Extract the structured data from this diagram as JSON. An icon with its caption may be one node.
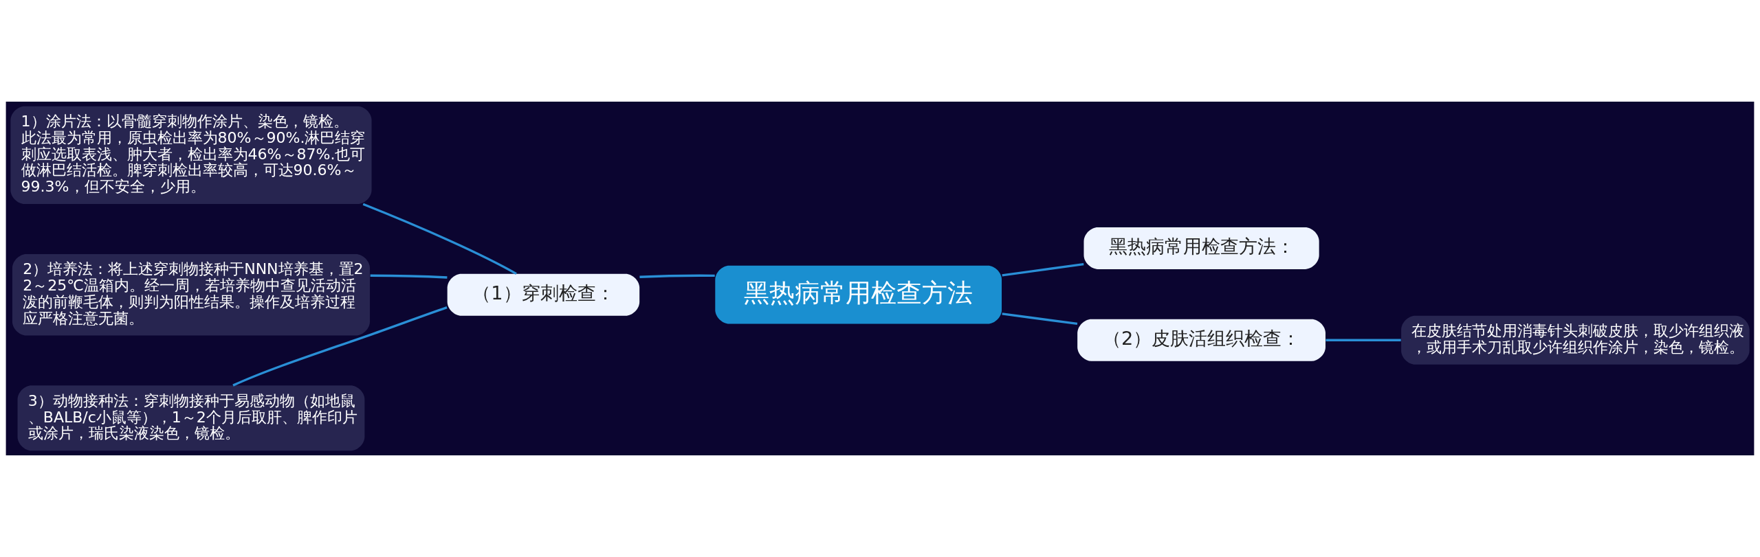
{
  "diagram": {
    "nodes": [
      {
        "text": [
          "黑热病常用检查方法"
        ]
      },
      {
        "text": [
          "（1）穿刺检查："
        ]
      },
      {
        "text": [
          "1）涂片法：以骨髓穿刺物作涂片、染色，镜检。此法最为常用，原虫检出率为80%～90%.淋巴结穿刺应选取表浅、肿大者，检出率为46%～87%.也可做淋巴结活检。脾穿刺检出率较高，可达90.6%～99.3%，但不安全，少用。"
        ]
      },
      {
        "text": [
          "2）培养法：将上述穿刺物接种于NNN培养基，置22～25℃温箱内。经一周，若培养物中查见活动活泼的前鞭毛体，则判为阳性结果。操作及培养过程应严格注意无菌。"
        ]
      },
      {
        "text": [
          "3）动物接种法：穿刺物接种于易感动物（如地鼠、BALB/c小鼠等），1～2个月后取肝、脾作印片或涂片，瑞氏染液染色，镜检。"
        ]
      },
      {
        "text": [
          "黑热病常用检查方法："
        ]
      },
      {
        "text": [
          "（2）皮肤活组织检查："
        ]
      },
      {
        "text": [
          "在皮肤结节处用消毒针头刺破皮肤，取少许组织液，或用手术刀乱取少许组织作涂片，染色，镜检。"
        ]
      }
    ],
    "edges": [
      {
        "from": 0,
        "to": 1,
        "arrow": "none"
      },
      {
        "from": 1,
        "to": 2,
        "arrow": "none"
      },
      {
        "from": 1,
        "to": 3,
        "arrow": "none"
      },
      {
        "from": 1,
        "to": 4,
        "arrow": "none"
      },
      {
        "from": 0,
        "to": 5,
        "arrow": "none"
      },
      {
        "from": 0,
        "to": 6,
        "arrow": "none"
      },
      {
        "from": 6,
        "to": 7,
        "arrow": "none"
      }
    ]
  }
}
